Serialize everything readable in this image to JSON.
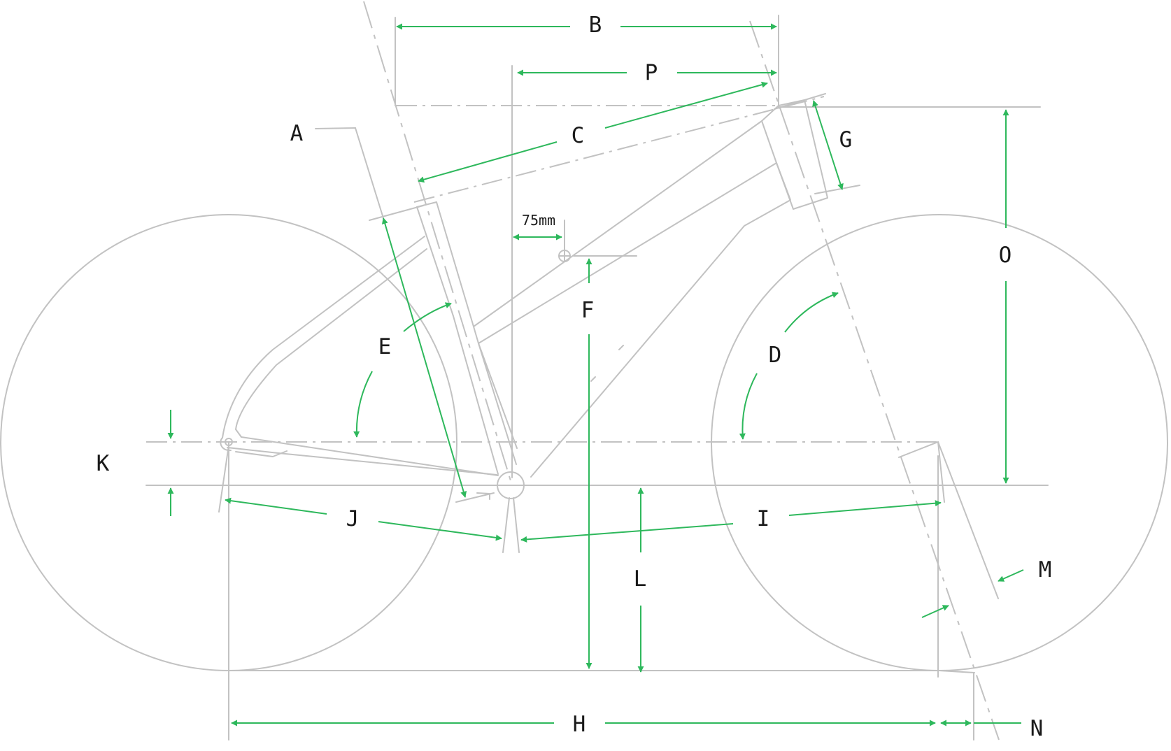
{
  "labels": {
    "A": "A",
    "B": "B",
    "C": "C",
    "D": "D",
    "E": "E",
    "F": "F",
    "G": "G",
    "H": "H",
    "I": "I",
    "J": "J",
    "K": "K",
    "L": "L",
    "M": "M",
    "N": "N",
    "O": "O",
    "P": "P"
  },
  "saddle_offset": "75mm",
  "colors": {
    "dimension_arrow": "#2eb85c",
    "frame_outline": "#c2c2c2",
    "text": "#1a1a1a"
  }
}
